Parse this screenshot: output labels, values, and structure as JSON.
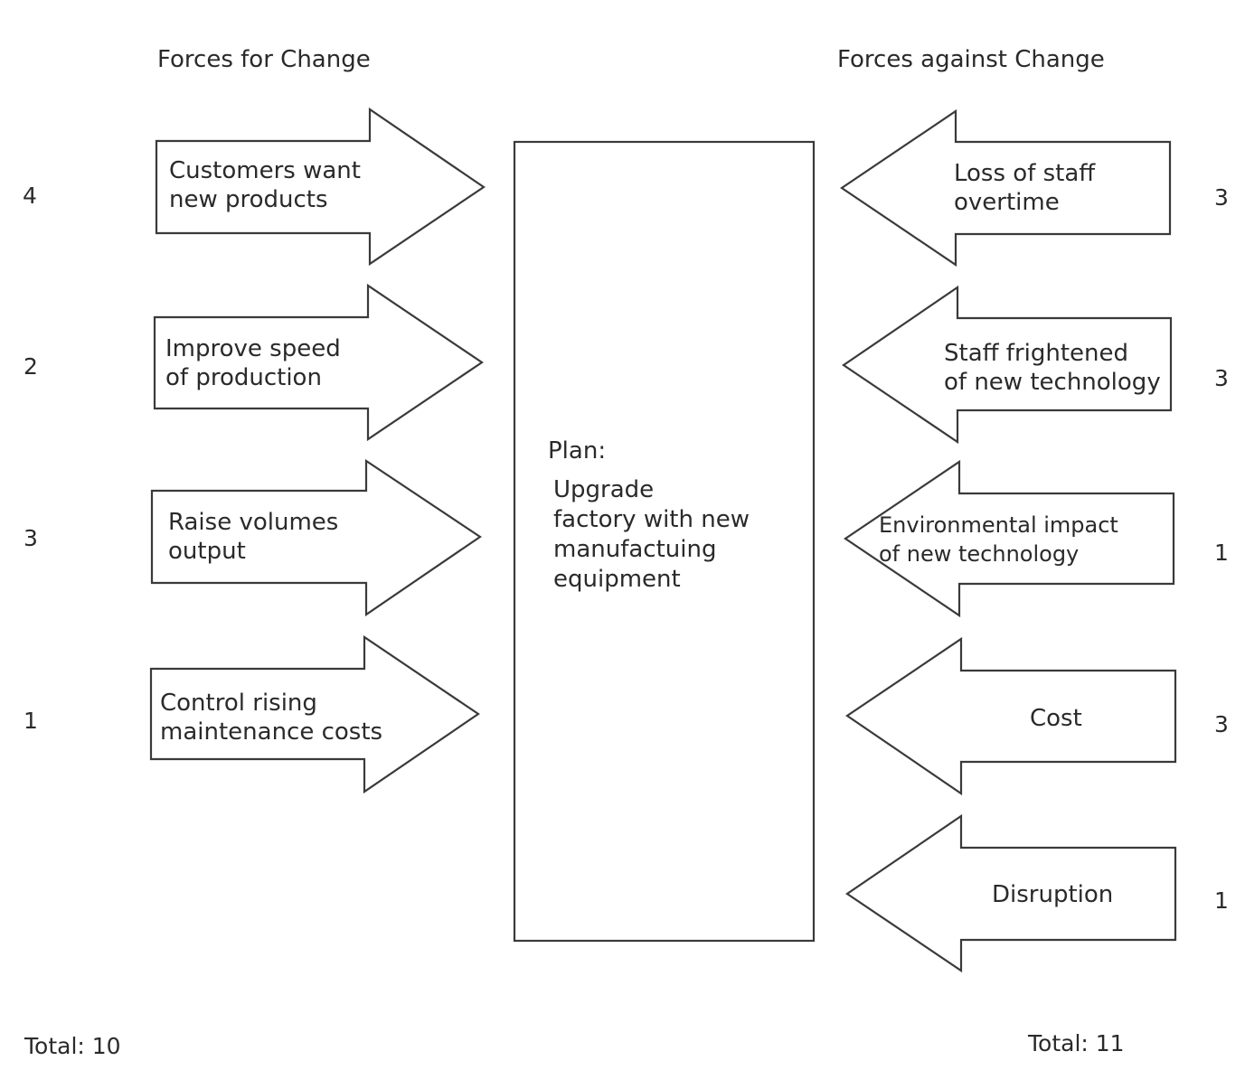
{
  "headings": {
    "for": "Forces for Change",
    "against": "Forces against Change"
  },
  "plan": {
    "label": "Plan:",
    "lines": [
      "Upgrade",
      "factory with new",
      "manufactuing",
      "equipment"
    ]
  },
  "forces_for": [
    {
      "lines": [
        "Customers want",
        "new products"
      ],
      "score": "4"
    },
    {
      "lines": [
        "Improve speed",
        "of production"
      ],
      "score": "2"
    },
    {
      "lines": [
        "Raise volumes",
        "output"
      ],
      "score": "3"
    },
    {
      "lines": [
        "Control rising",
        "maintenance costs"
      ],
      "score": "1"
    }
  ],
  "forces_against": [
    {
      "lines": [
        "Loss of staff",
        "overtime"
      ],
      "score": "3"
    },
    {
      "lines": [
        "Staff frightened",
        "of new technology"
      ],
      "score": "3"
    },
    {
      "lines": [
        "Environmental impact",
        "of new technology"
      ],
      "score": "1"
    },
    {
      "lines": [
        "Cost"
      ],
      "score": "3"
    },
    {
      "lines": [
        "Disruption"
      ],
      "score": "1"
    }
  ],
  "totals": {
    "for": "Total: 10",
    "against": "Total: 11"
  }
}
